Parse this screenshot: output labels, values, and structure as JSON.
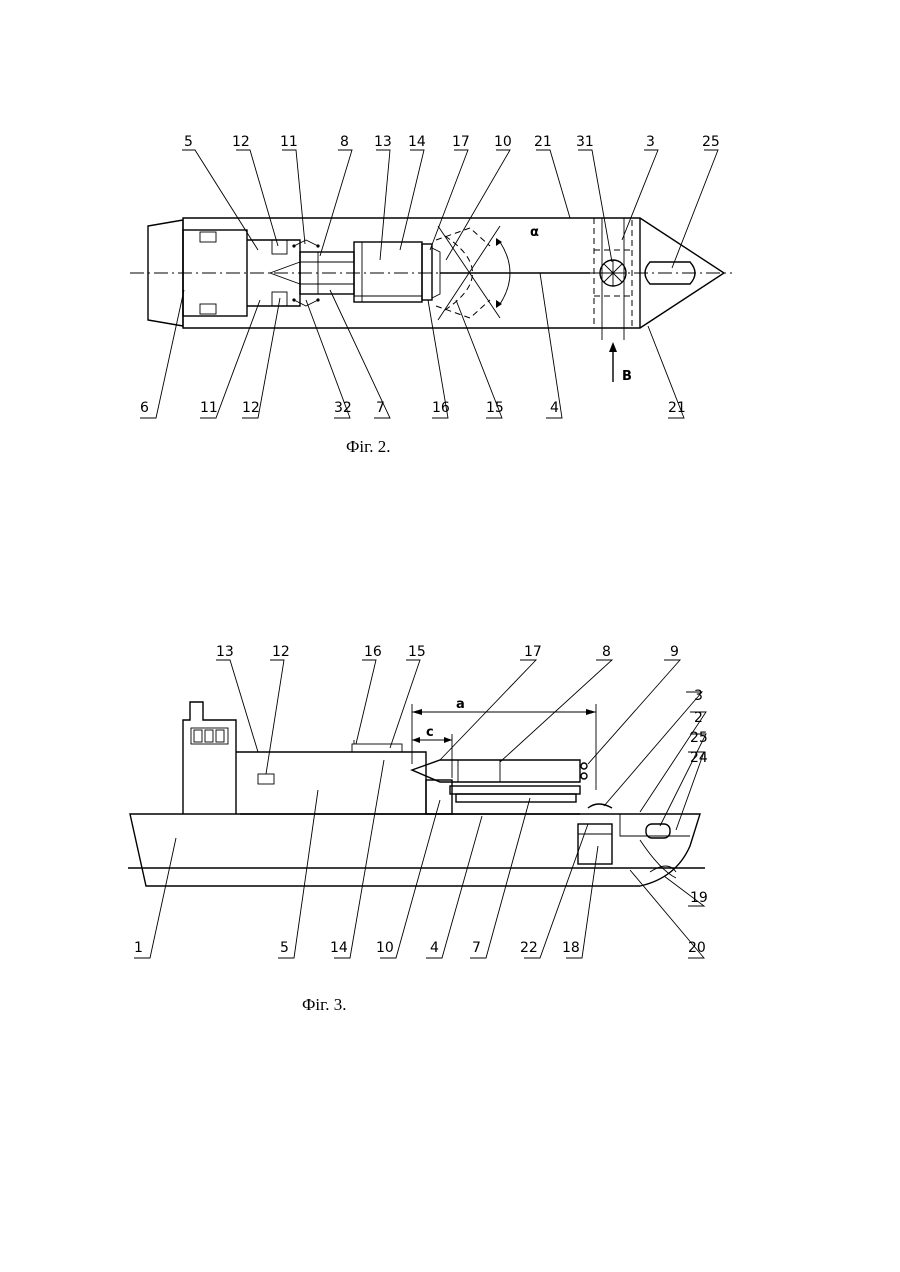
{
  "figures": [
    {
      "caption": "Фіг. 2.",
      "top_labels": [
        "5",
        "12",
        "11",
        "8",
        "13",
        "14",
        "17",
        "10",
        "21",
        "31",
        "3",
        "25"
      ],
      "bottom_labels": [
        "6",
        "11",
        "12",
        "32",
        "7",
        "16",
        "15",
        "4",
        "21"
      ],
      "symbols": {
        "angle": "α",
        "view": "B"
      }
    },
    {
      "caption": "Фіг. 3.",
      "top_labels": [
        "13",
        "12",
        "16",
        "15",
        "17",
        "8",
        "9",
        "3",
        "2",
        "25",
        "24"
      ],
      "bottom_labels": [
        "1",
        "5",
        "14",
        "10",
        "4",
        "7",
        "22",
        "18",
        "20"
      ],
      "side_labels": [
        "19"
      ],
      "dimensions": {
        "a": "a",
        "c": "c"
      }
    }
  ]
}
